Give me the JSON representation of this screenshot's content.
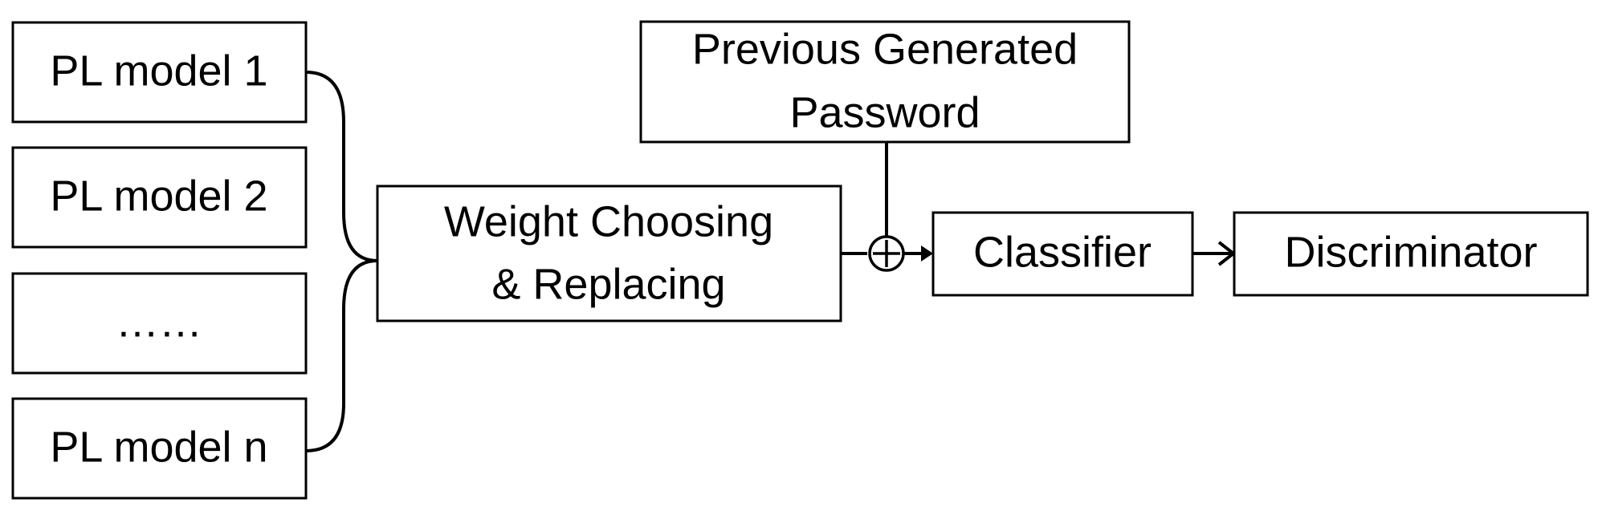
{
  "diagram": {
    "model_1": "PL model 1",
    "model_2": "PL model 2",
    "model_ellipsis": "……",
    "model_n": "PL model n",
    "weight_line1": "Weight Choosing",
    "weight_line2": "& Replacing",
    "previous_line1": "Previous Generated",
    "previous_line2": "Password",
    "combine_symbol": "⊕",
    "classifier": "Classifier",
    "discriminator": "Discriminator"
  }
}
